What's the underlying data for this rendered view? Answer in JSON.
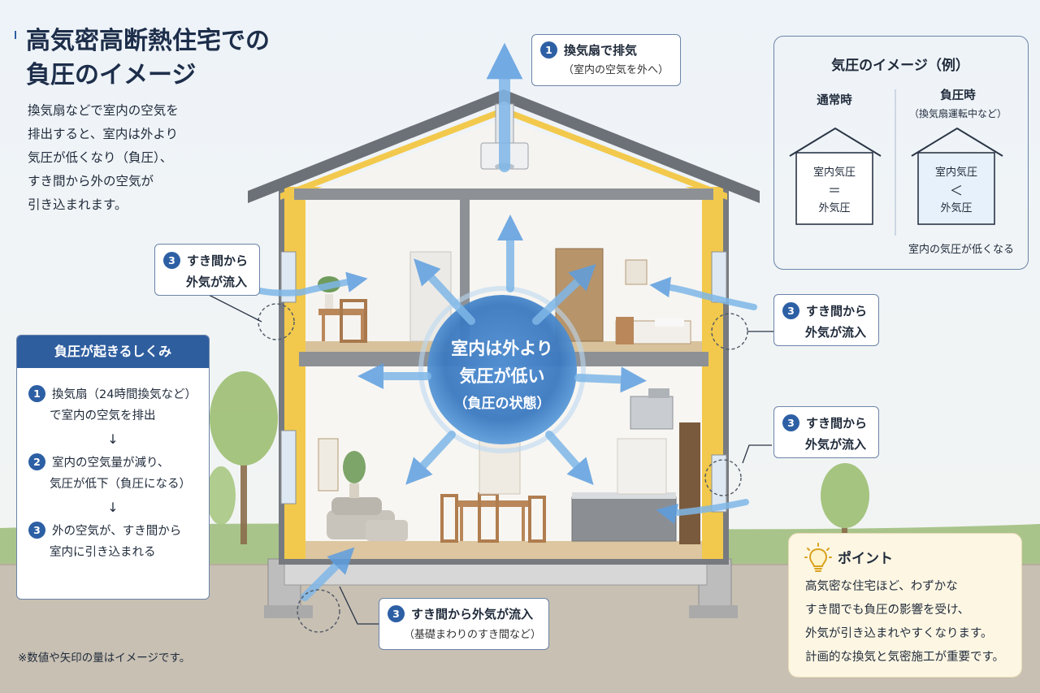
{
  "title": {
    "line1": "高気密高断熱住宅での",
    "line2": "負圧のイメージ"
  },
  "intro": [
    "換気扇などで室内の空気を",
    "排出すると、室内は外より",
    "気圧が低くなり（負圧）、",
    "すき間から外の空気が",
    "引き込まれます。"
  ],
  "exhaust_callout": {
    "num": "1",
    "line1": "換気扇で排気",
    "line2": "（室内の空気を外へ）"
  },
  "center": {
    "line1": "室内は外より",
    "line2": "気圧が低い",
    "line3": "（負圧の状態）"
  },
  "inflow_callouts": [
    {
      "num": "3",
      "line1": "すき間から",
      "line2": "外気が流入"
    },
    {
      "num": "3",
      "line1": "すき間から",
      "line2": "外気が流入"
    },
    {
      "num": "3",
      "line1": "すき間から",
      "line2": "外気が流入"
    }
  ],
  "foundation_callout": {
    "num": "3",
    "line1": "すき間から外気が流入",
    "line2": "（基礎まわりのすき間など）"
  },
  "pressure": {
    "title": "気圧のイメージ（例）",
    "normal": {
      "label": "通常時",
      "inside": "室内気圧",
      "sign": "＝",
      "outside": "外気圧"
    },
    "negative": {
      "label": "負圧時",
      "sublabel": "（換気扇運転中など）",
      "inside": "室内気圧",
      "sign": "＜",
      "outside": "外気圧"
    },
    "note": "室内の気圧が低くなる"
  },
  "mechanism": {
    "title": "負圧が起きるしくみ",
    "steps": [
      {
        "num": "1",
        "line1": "換気扇（24時間換気など）",
        "line2": "で室内の空気を排出"
      },
      {
        "num": "2",
        "line1": "室内の空気量が減り、",
        "line2": "気圧が低下（負圧になる）"
      },
      {
        "num": "3",
        "line1": "外の空気が、すき間から",
        "line2": "室内に引き込まれる"
      }
    ],
    "arrow": "↓"
  },
  "point": {
    "title": "ポイント",
    "lines": [
      "高気密な住宅ほど、わずかな",
      "すき間でも負圧の影響を受け、",
      "外気が引き込まれやすくなります。",
      "計画的な換気と気密施工が重要です。"
    ]
  },
  "footnote": "※数値や矢印の量はイメージです。",
  "colors": {
    "accent": "#2d5fa4",
    "insulation": "#f2c94c",
    "air": "#7fb7e8",
    "point_bg": "#fdf6e3"
  }
}
